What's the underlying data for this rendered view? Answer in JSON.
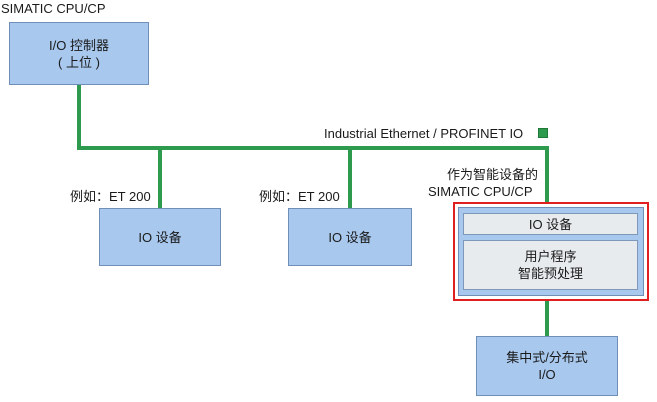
{
  "top_label": "SIMATIC CPU/CP",
  "controller": {
    "line1": "I/O 控制器",
    "line2": "( 上位 )"
  },
  "network_label": "Industrial Ethernet / PROFINET IO",
  "devices": [
    {
      "example": "例如：ET 200",
      "label": "IO 设备"
    },
    {
      "example": "例如：ET 200",
      "label": "IO 设备"
    }
  ],
  "smart_device": {
    "caption_line1": "作为智能设备的",
    "caption_line2": "SIMATIC CPU/CP",
    "io_label": "IO 设备",
    "program_line1": "用户程序",
    "program_line2": "智能预处理"
  },
  "io_box": {
    "line1": "集中式/分布式",
    "line2": "I/O"
  },
  "colors": {
    "network": "#2e9a4e",
    "box": "#a8c8ee",
    "highlight": "#e02020"
  }
}
